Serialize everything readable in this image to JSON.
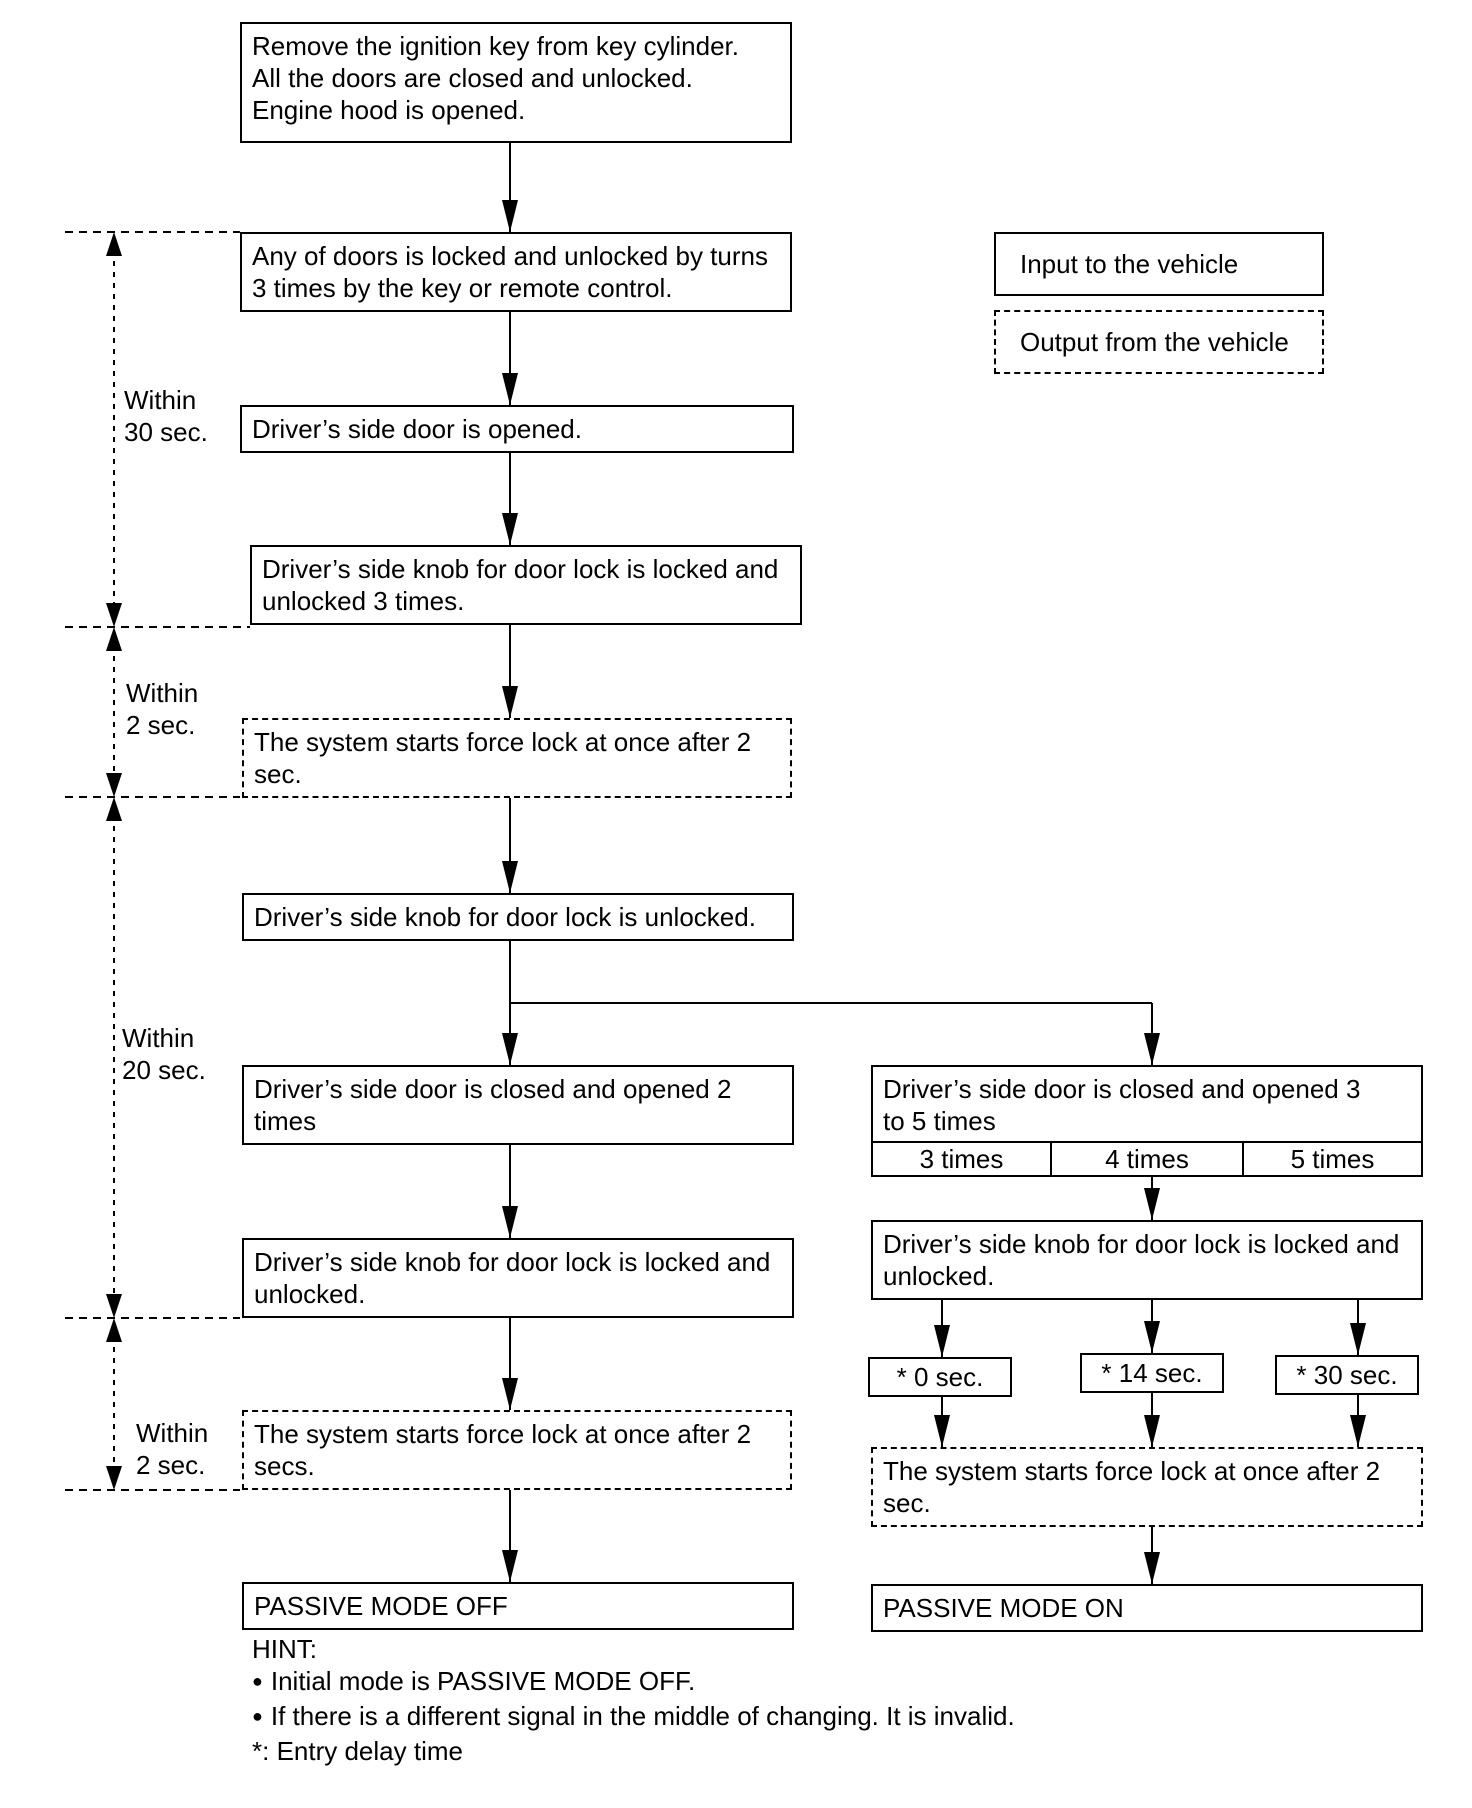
{
  "flow": {
    "step1": [
      "Remove the ignition key from key cylinder.",
      "All the doors are closed  and unlocked.",
      "Engine hood is opened."
    ],
    "step2": [
      "Any of doors is locked and unlocked by turns",
      "3 times by the key or remote control."
    ],
    "step3": [
      "Driver’s side door is opened."
    ],
    "step4": [
      "Driver’s side knob for door lock is locked and",
      "unlocked 3 times."
    ],
    "step5": [
      "The system starts force lock at once after 2",
      "sec."
    ],
    "step6": [
      "Driver’s side knob for door lock is unlocked."
    ],
    "left7": [
      "Driver’s side door is closed and opened 2",
      "times"
    ],
    "left8": [
      "Driver’s side knob for door lock is locked and",
      "unlocked."
    ],
    "left9": [
      "The system starts force lock at once after 2",
      "secs."
    ],
    "left_end": "PASSIVE MODE OFF",
    "right7": [
      "Driver’s side door is closed and opened 3",
      "to 5 times"
    ],
    "right7_options": [
      "3 times",
      "4 times",
      "5 times"
    ],
    "right8": [
      "Driver’s side knob for door lock is locked and",
      "unlocked."
    ],
    "delays": [
      "* 0 sec.",
      "* 14 sec.",
      "* 30 sec."
    ],
    "right9": [
      "The system starts force lock at once after 2",
      "sec."
    ],
    "right_end": "PASSIVE MODE ON"
  },
  "legend": {
    "input": "Input to the vehicle",
    "output": "Output from the vehicle"
  },
  "timing": {
    "t1": [
      "Within",
      "30 sec."
    ],
    "t2": [
      "Within",
      "2 sec."
    ],
    "t3": [
      "Within",
      "20 sec."
    ],
    "t4": [
      "Within",
      "2 sec."
    ]
  },
  "hint": {
    "title": "HINT:",
    "bullets": [
      "Initial mode is PASSIVE MODE OFF.",
      "If there is a different signal in the middle of changing. It is invalid."
    ],
    "footnote": "*: Entry delay time"
  }
}
